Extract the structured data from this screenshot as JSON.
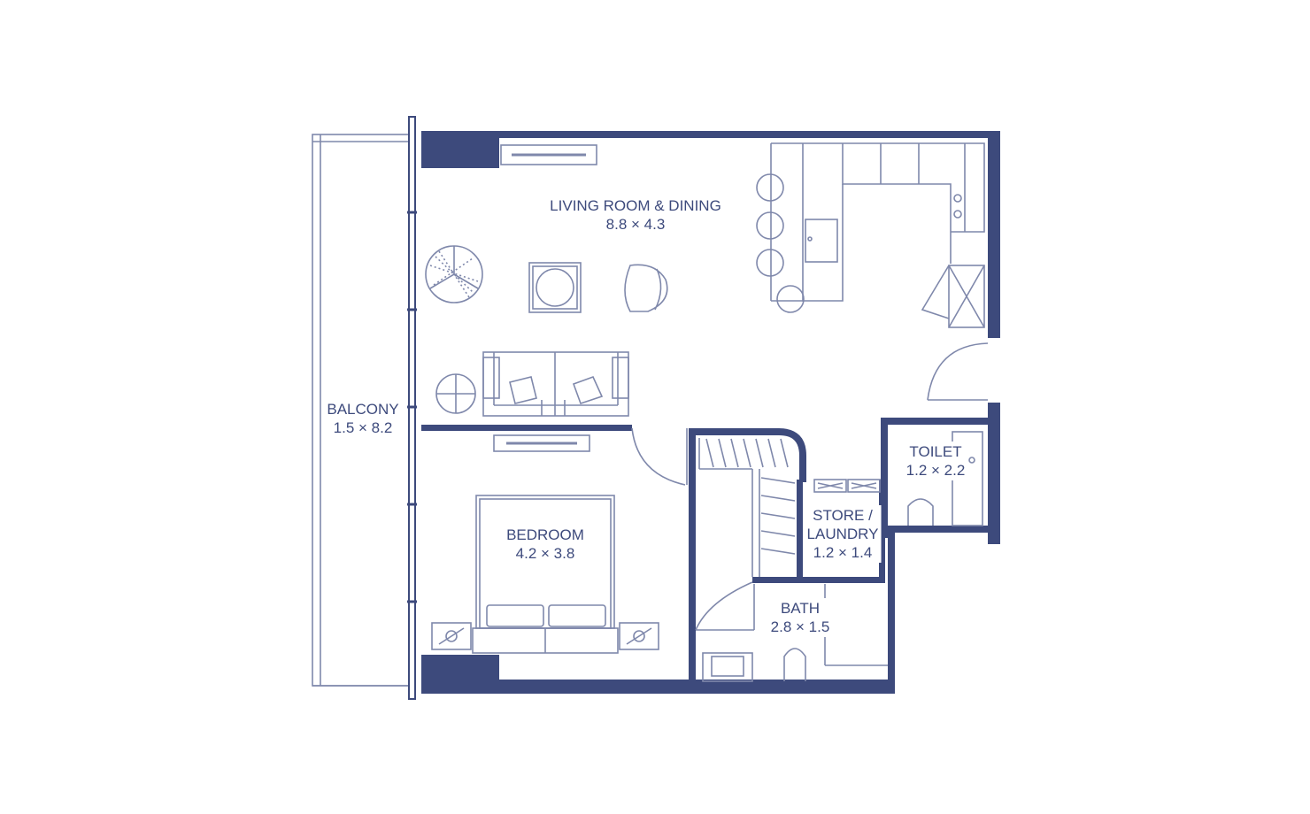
{
  "colors": {
    "wall": "#3d4a7c",
    "line": "#7f88ab",
    "bg": "#ffffff"
  },
  "rooms": {
    "living": {
      "name": "LIVING ROOM & DINING",
      "size": "8.8 × 4.3"
    },
    "balcony": {
      "name": "BALCONY",
      "size": "1.5 × 8.2"
    },
    "bedroom": {
      "name": "BEDROOM",
      "size": "4.2 × 3.8"
    },
    "toilet": {
      "name": "TOILET",
      "size": "1.2 × 2.2"
    },
    "store": {
      "name_line1": "STORE /",
      "name_line2": "LAUNDRY",
      "size": "1.2 × 1.4"
    },
    "bath": {
      "name": "BATH",
      "size": "2.8 × 1.5"
    }
  }
}
